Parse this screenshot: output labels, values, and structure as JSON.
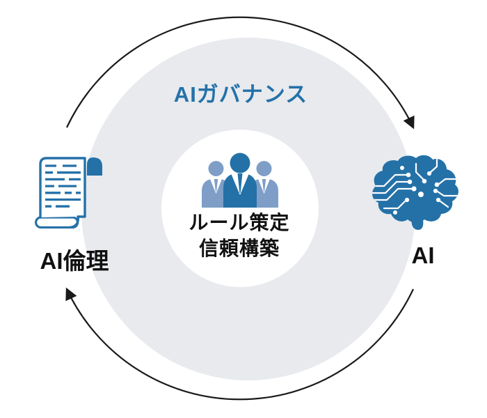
{
  "title": "AIガバナンス",
  "center_badge": {
    "line1": "ルール策定",
    "line2": "信頼構築",
    "icon": "business-people-icon"
  },
  "left_node": {
    "label": "AI倫理",
    "icon": "scroll-document-icon"
  },
  "right_node": {
    "label": "AI",
    "icon": "brain-circuit-icon"
  },
  "cycle": {
    "direction": "clockwise",
    "arrow_count": 2
  },
  "colors": {
    "accent_blue": "#2471A8",
    "light_blue": "#7E9EC7",
    "circle_bg": "#E8EAEE",
    "inner_circle_bg": "#FFFFFF",
    "arrow_color": "#1A1A1A",
    "label_text": "#111111"
  }
}
